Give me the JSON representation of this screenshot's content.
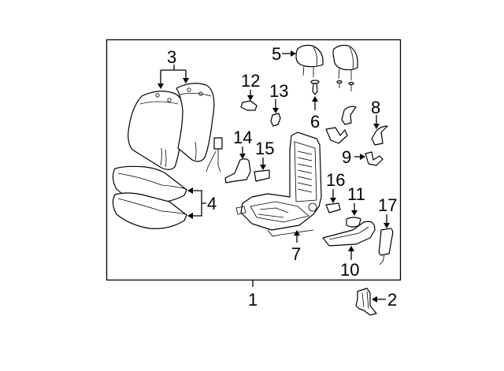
{
  "diagram": {
    "title": "Front Seat Components",
    "callouts": [
      {
        "id": "1",
        "label": "1",
        "part": "seat-assembly"
      },
      {
        "id": "2",
        "label": "2",
        "part": "seat-track-cover"
      },
      {
        "id": "3",
        "label": "3",
        "part": "seatback-cover"
      },
      {
        "id": "4",
        "label": "4",
        "part": "cushion-cover"
      },
      {
        "id": "5",
        "label": "5",
        "part": "headrest"
      },
      {
        "id": "6",
        "label": "6",
        "part": "headrest-guide"
      },
      {
        "id": "7",
        "label": "7",
        "part": "seat-frame"
      },
      {
        "id": "8",
        "label": "8",
        "part": "recliner-cover"
      },
      {
        "id": "9",
        "label": "9",
        "part": "recliner-bracket"
      },
      {
        "id": "10",
        "label": "10",
        "part": "side-shield"
      },
      {
        "id": "11",
        "label": "11",
        "part": "shield-cap"
      },
      {
        "id": "12",
        "label": "12",
        "part": "connector"
      },
      {
        "id": "13",
        "label": "13",
        "part": "knob"
      },
      {
        "id": "14",
        "label": "14",
        "part": "buckle-cover"
      },
      {
        "id": "15",
        "label": "15",
        "part": "clip"
      },
      {
        "id": "16",
        "label": "16",
        "part": "retainer"
      },
      {
        "id": "17",
        "label": "17",
        "part": "airbag-module"
      }
    ]
  }
}
